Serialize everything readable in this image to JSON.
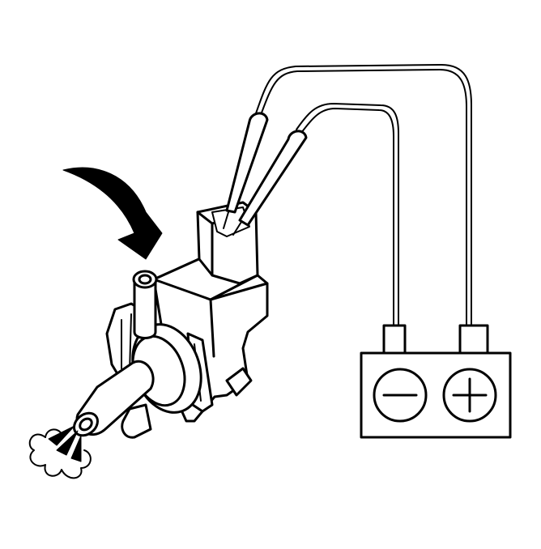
{
  "diagram": {
    "components": [
      {
        "name": "solenoid-valve",
        "icon": "purge-solenoid-icon"
      },
      {
        "name": "battery",
        "icon": "battery-icon"
      },
      {
        "name": "jumper-leads",
        "icon": "test-lead-icon"
      },
      {
        "name": "rotation-arrow",
        "icon": "curved-arrow-icon"
      },
      {
        "name": "air-puff",
        "icon": "air-flow-icon"
      }
    ],
    "battery": {
      "negative_symbol": "−",
      "positive_symbol": "+"
    },
    "colors": {
      "line": "#000000",
      "background": "#ffffff"
    }
  }
}
